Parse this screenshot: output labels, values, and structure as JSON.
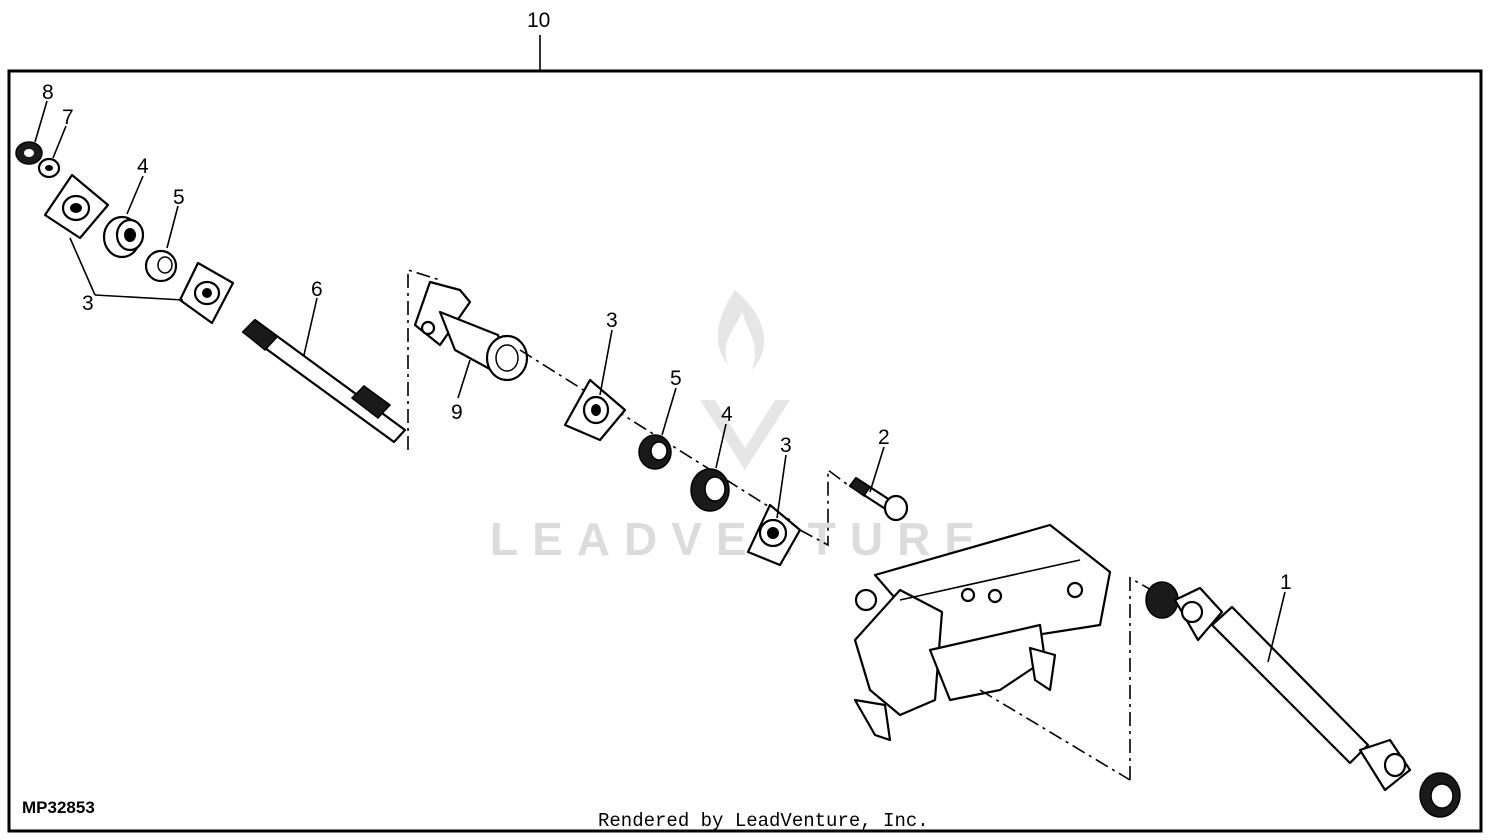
{
  "assembly_callout": "10",
  "callouts": [
    {
      "id": "c8",
      "text": "8"
    },
    {
      "id": "c7",
      "text": "7"
    },
    {
      "id": "c4a",
      "text": "4"
    },
    {
      "id": "c5a",
      "text": "5"
    },
    {
      "id": "c3a",
      "text": "3"
    },
    {
      "id": "c6",
      "text": "6"
    },
    {
      "id": "c9",
      "text": "9"
    },
    {
      "id": "c3b",
      "text": "3"
    },
    {
      "id": "c5b",
      "text": "5"
    },
    {
      "id": "c4b",
      "text": "4"
    },
    {
      "id": "c3c",
      "text": "3"
    },
    {
      "id": "c2",
      "text": "2"
    },
    {
      "id": "c1",
      "text": "1"
    }
  ],
  "figure_id": "MP32853",
  "credit": "Rendered by LeadVenture, Inc.",
  "watermark": "LEADVENTURE"
}
